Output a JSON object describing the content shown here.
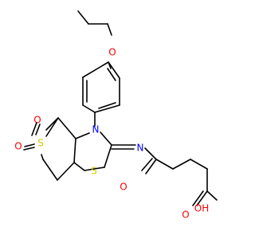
{
  "atoms": {
    "ethoxy_O": {
      "label": "O",
      "color": "#FF0000"
    },
    "ring_N": {
      "label": "N",
      "color": "#0000FF"
    },
    "sulfone_S": {
      "label": "S",
      "color": "#CCCC00"
    },
    "sulfone_O_top": {
      "label": "O",
      "color": "#FF0000"
    },
    "sulfone_O_left": {
      "label": "O",
      "color": "#FF0000"
    },
    "ring_S": {
      "label": "S",
      "color": "#CCCC00"
    },
    "imine_N": {
      "label": "N",
      "color": "#0000FF"
    },
    "amide_O": {
      "label": "O",
      "color": "#FF0000"
    },
    "acid_O_double": {
      "label": "O",
      "color": "#FF0000"
    },
    "acid_OH": {
      "label": "OH",
      "color": "#FF0000"
    }
  }
}
